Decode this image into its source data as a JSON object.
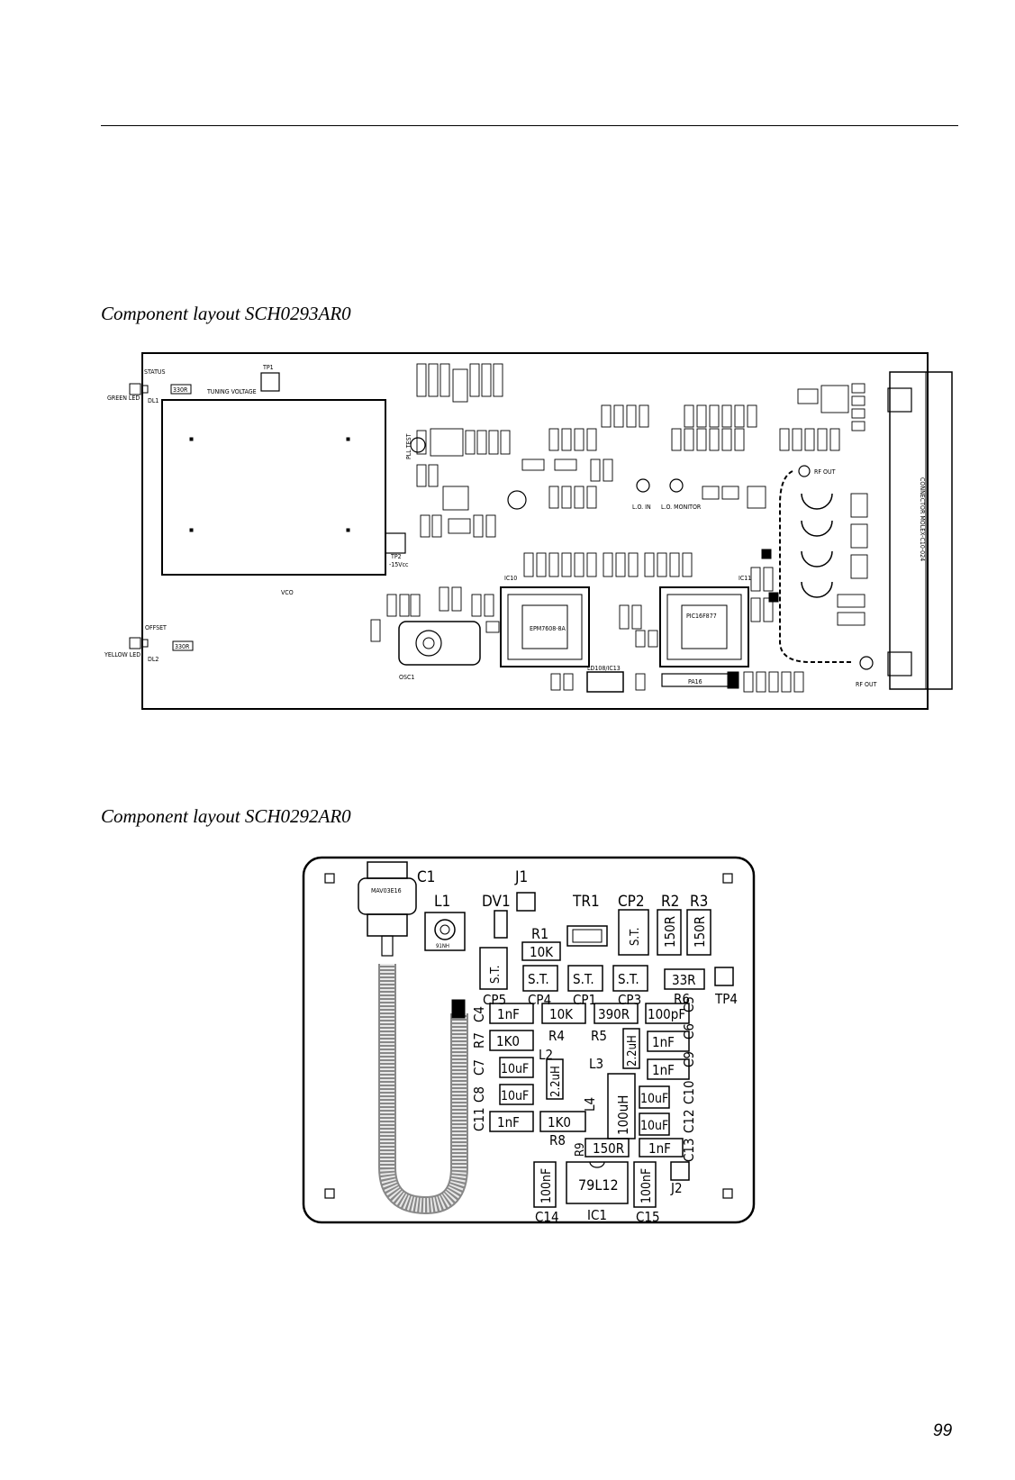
{
  "captions": {
    "layout1": "Component layout SCH0293AR0",
    "layout2": "Component layout SCH0292AR0"
  },
  "page_number": "99",
  "board1": {
    "status": "STATUS",
    "green_led": "GREEN LED",
    "dl1": "DL1",
    "r_status": "330R",
    "tuning_voltage": "TUNING VOLTAGE",
    "tp1": "TP1",
    "vco": "VCO",
    "offset": "OFFSET",
    "yellow_led": "YELLOW LED",
    "dl2": "DL2",
    "r_offset": "330R",
    "tp2": "TP2",
    "neg15": "-15Vcc",
    "osc1": "OSC1",
    "pll_test": "PLL TEST",
    "epm": "EPM7608-8A",
    "pic": "PIC16F877",
    "lo_in": "L.O. IN",
    "lo_monitor": "L.O. MONITOR",
    "rf_out_top": "RF OUT",
    "rf_out_bottom": "RF OUT",
    "connector": "CONNECTOR MOLEX-C10-024",
    "ic10": "IC10",
    "ic11": "IC11",
    "ld": "LD108/IC13",
    "pa16": "PA16"
  },
  "board2": {
    "c1": "C1",
    "j1": "J1",
    "l1": "L1",
    "dv1": "DV1",
    "tr1": "TR1",
    "cp2": "CP2",
    "r2": "R2",
    "r3": "R3",
    "r1": "R1",
    "r1v": "10K",
    "st": "S.T.",
    "r2v": "150R",
    "r3v": "150R",
    "mavo": "MAV03E16",
    "r6v": "33R",
    "tp4": "TP4",
    "cp5": "CP5",
    "cp4": "CP4",
    "cp1": "CP1",
    "cp3": "CP3",
    "r6": "R6",
    "c4": "C4",
    "c4v": "1nF",
    "cp4v": "10K",
    "cp1v": "390R",
    "cp3v": "100pF",
    "c5": "C5",
    "r7": "R7",
    "r7v": "1K0",
    "r4": "R4",
    "r5": "R5",
    "c6v": "1nF",
    "c6": "C6",
    "c7": "C7",
    "c7v": "10uF",
    "l2": "L2",
    "l2v": "2.2uH",
    "l3": "L3",
    "l3v": "2.2uH",
    "c9v": "1nF",
    "c9": "C9",
    "c8": "C8",
    "c8v": "10uF",
    "l4": "L4",
    "l4v": "100uH",
    "c10v": "10uF",
    "c10": "C10",
    "c11": "C11",
    "c11v": "1nF",
    "r8v": "1K0",
    "c12v": "10uF",
    "c12": "C12",
    "r8": "R8",
    "r9": "R9",
    "r9v": "150R",
    "c13v": "1nF",
    "c13": "C13",
    "c14v": "100nF",
    "ic1v": "79L12",
    "c15v": "100nF",
    "j2": "J2",
    "c14": "C14",
    "ic1": "IC1",
    "c15": "C15",
    "l1v": "91NH"
  }
}
